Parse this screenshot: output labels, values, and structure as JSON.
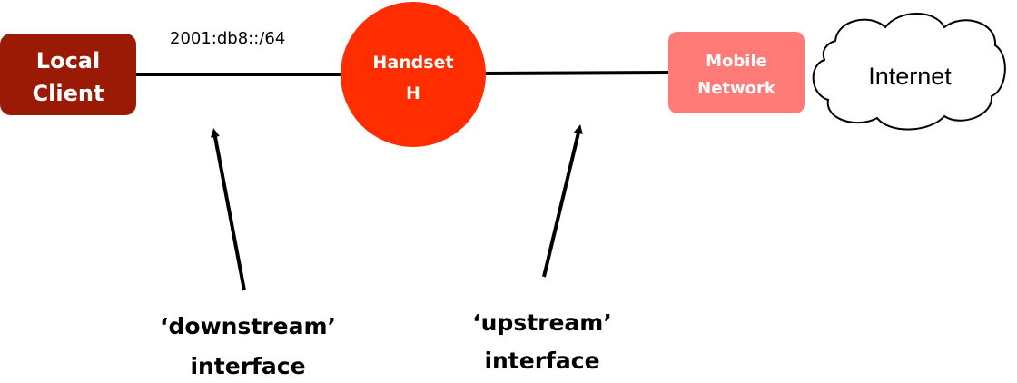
{
  "colors": {
    "local_client": "#9a1a05",
    "handset": "#ff2d00",
    "mobile_network": "#ff7b77",
    "cloud_fill": "#ffffff",
    "line": "#000000"
  },
  "nodes": {
    "local_client": {
      "line1": "Local",
      "line2": "Client"
    },
    "handset": {
      "line1": "Handset",
      "line2": "H"
    },
    "mobile_network": {
      "line1": "Mobile",
      "line2": "Network"
    },
    "internet": {
      "label": "Internet"
    }
  },
  "prefix_label": "2001:db8::/64",
  "captions": {
    "downstream": {
      "line1": "‘downstream’",
      "line2": "interface"
    },
    "upstream": {
      "line1": "‘upstream’",
      "line2": "interface"
    }
  }
}
